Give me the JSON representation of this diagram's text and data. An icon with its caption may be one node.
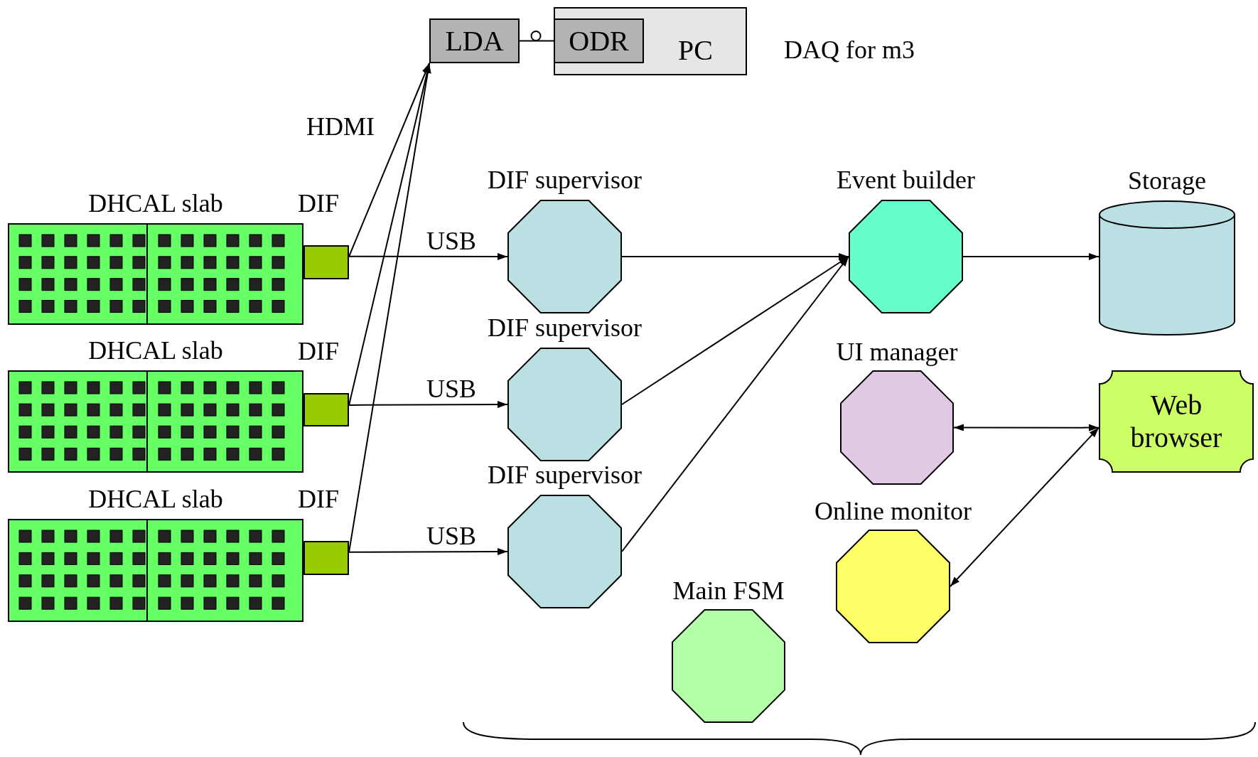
{
  "diagram": {
    "nodes": [
      {
        "text": [
          "LDA"
        ]
      },
      {
        "text": [
          "PC"
        ]
      },
      {
        "text": [
          "ODR"
        ],
        "in": 1
      },
      {
        "text": [
          "DHCAL slab"
        ]
      },
      {
        "text": [
          "DIF"
        ]
      },
      {
        "text": [
          "DIF supervisor"
        ]
      },
      {
        "text": [
          "Event builder"
        ]
      },
      {
        "text": [
          "Storage"
        ]
      },
      {
        "text": [
          "DHCAL slab"
        ]
      },
      {
        "text": [
          "DIF"
        ]
      },
      {
        "text": [
          "DIF supervisor"
        ]
      },
      {
        "text": [
          "UI manager"
        ]
      },
      {
        "text": [
          "Web browser"
        ]
      },
      {
        "text": [
          "DHCAL slab"
        ]
      },
      {
        "text": [
          "DIF"
        ]
      },
      {
        "text": [
          "DIF supervisor"
        ]
      },
      {
        "text": [
          "Online monitor"
        ]
      },
      {
        "text": [
          "Main FSM"
        ]
      }
    ],
    "edges": [
      {
        "from": 0,
        "to": 2,
        "arrow": "other"
      },
      {
        "from": 4,
        "to": 0,
        "arrow": "to"
      },
      {
        "from": 9,
        "to": 0,
        "arrow": "to"
      },
      {
        "from": 14,
        "to": 0,
        "arrow": "to"
      },
      {
        "from": 4,
        "to": 5,
        "arrow": "to",
        "label": "USB"
      },
      {
        "from": 9,
        "to": 10,
        "arrow": "to",
        "label": "USB"
      },
      {
        "from": 14,
        "to": 15,
        "arrow": "to",
        "label": "USB"
      },
      {
        "from": 5,
        "to": 6,
        "arrow": "to"
      },
      {
        "from": 10,
        "to": 6,
        "arrow": "to"
      },
      {
        "from": 15,
        "to": 6,
        "arrow": "to"
      },
      {
        "from": 6,
        "to": 7,
        "arrow": "to"
      },
      {
        "from": 11,
        "to": 12,
        "arrow": "both"
      },
      {
        "from": 16,
        "to": 12,
        "arrow": "both"
      }
    ],
    "labels": [
      "DAQ for m3",
      "HDMI"
    ]
  }
}
